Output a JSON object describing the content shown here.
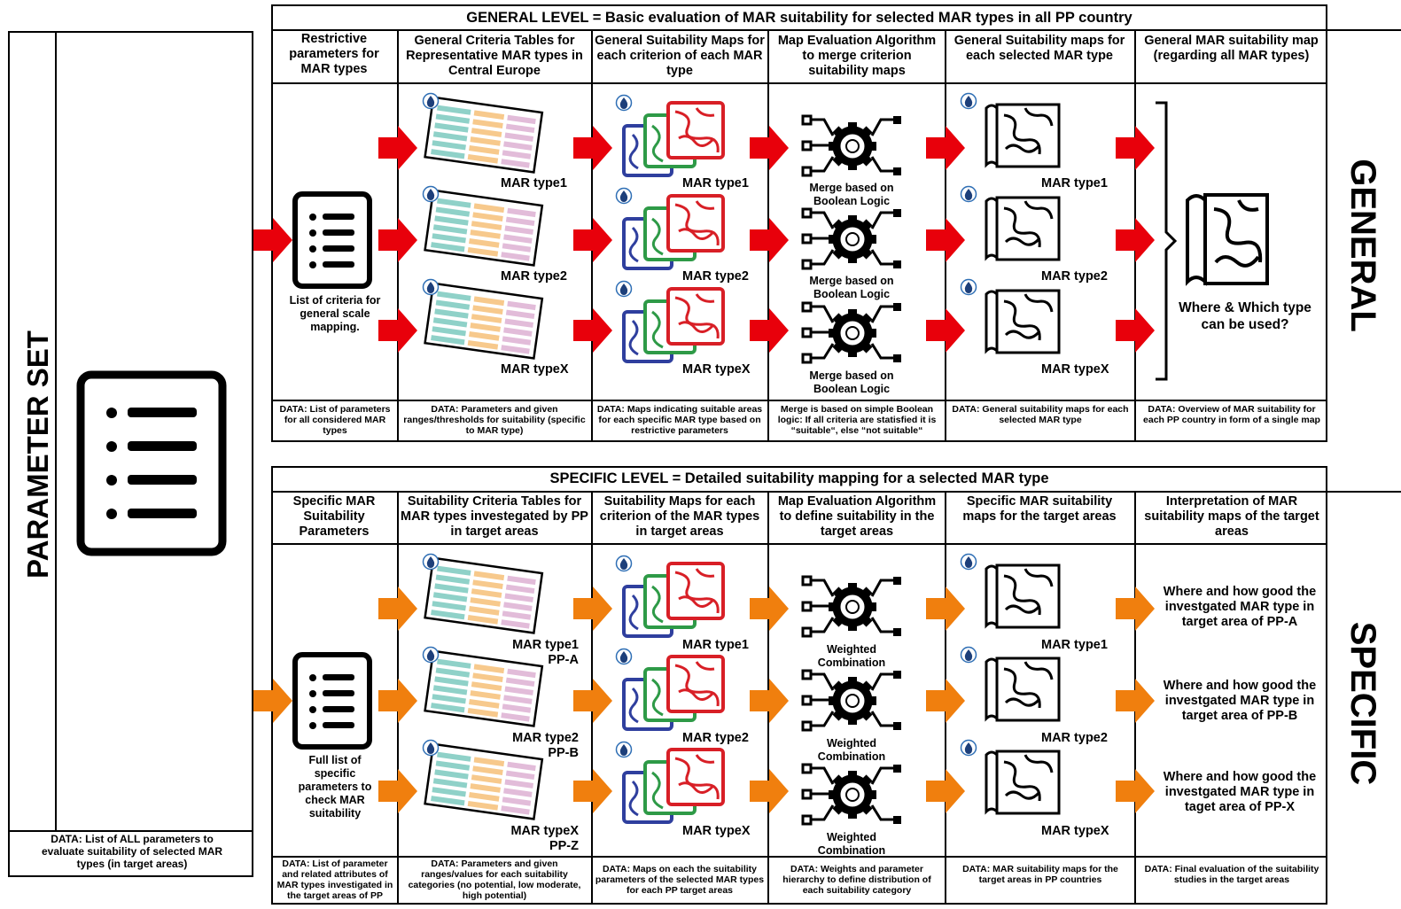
{
  "parameter_set": {
    "title": "PARAMETER SET",
    "data": "DATA: List of ALL parameters to evaluate suitability of selected MAR types (in target areas)"
  },
  "general": {
    "section_label": "GENERAL",
    "title": "GENERAL LEVEL = Basic evaluation of MAR suitability for selected MAR types in all PP country",
    "columns": [
      {
        "header": "Restrictive parameters for MAR types",
        "data": "DATA: List of parameters for all considered MAR types"
      },
      {
        "header": "General Criteria Tables for Representative MAR types in Central Europe",
        "data": "DATA: Parameters and given ranges/thresholds for suitability (specific to MAR type)"
      },
      {
        "header": "General Suitability Maps for each criterion of each MAR type",
        "data": "DATA: Maps indicating suitable areas for each specific MAR type based on  restrictive parameters"
      },
      {
        "header": "Map Evaluation Algorithm to merge criterion suitability maps",
        "data": "Merge is based on simple Boolean logic: If all criteria are statisfied it is “suitable“, else “not suitable“"
      },
      {
        "header": "General Suitability maps for each selected MAR type",
        "data": "DATA: General suitability maps for each selected MAR type"
      },
      {
        "header": "General MAR suitability map (regarding all MAR types)",
        "data": "DATA: Overview of MAR suitability for each PP country in form of a single map"
      }
    ],
    "criteria_caption": "List of criteria for general scale mapping.",
    "type_labels": [
      "MAR type1",
      "MAR type2",
      "MAR typeX"
    ],
    "merge_labels": [
      "Merge based on Boolean Logic",
      "Merge based on Boolean Logic",
      "Merge based on Boolean Logic"
    ],
    "result": "Where & Which type can be used?"
  },
  "specific": {
    "section_label": "SPECIFIC",
    "title": "SPECIFIC LEVEL = Detailed suitability mapping for a selected MAR type",
    "columns": [
      {
        "header": "Specific MAR Suitability Parameters",
        "data": "DATA: List of parameter and related attributes of MAR types investigated in the target areas of PP"
      },
      {
        "header": "Suitability Criteria Tables for MAR types investegated by PP in target areas",
        "data": "DATA: Parameters and given ranges/values for each suitability categories (no potential, low moderate, high potential)"
      },
      {
        "header": "Suitability Maps for each criterion of the MAR types in target areas",
        "data": "DATA: Maps on each the suitability parameters of the selected MAR types for each PP target areas"
      },
      {
        "header": "Map Evaluation Algorithm to define suitability in the target areas",
        "data": "DATA: Weights and parameter hierarchy to define distribution of each suitability category"
      },
      {
        "header": "Specific MAR suitability maps for the target areas",
        "data": "DATA: MAR suitability maps for the target areas in PP countries"
      },
      {
        "header": "Interpretation of MAR suitability maps of the target areas",
        "data": "DATA: Final evaluation of the suitability studies in the target areas"
      }
    ],
    "criteria_caption": "Full list of specific parameters to check MAR suitability",
    "table_labels": [
      {
        "type": "MAR type1",
        "pp": "PP-A"
      },
      {
        "type": "MAR type2",
        "pp": "PP-B"
      },
      {
        "type": "MAR typeX",
        "pp": "PP-Z"
      }
    ],
    "type_labels": [
      "MAR type1",
      "MAR type2",
      "MAR typeX"
    ],
    "merge_labels": [
      "Weighted Combination",
      "Weighted Combination",
      "Weighted Combination"
    ],
    "results": [
      "Where and how good the investgated MAR type in target area of PP-A",
      "Where and how good the investgated MAR type in target area of PP-B",
      "Where and how good the investgated MAR type in taget area of PP-X"
    ]
  },
  "colors": {
    "general_arrow": "#e8000b",
    "specific_arrow": "#f07f0e",
    "table_teal": "#8fd1c8",
    "table_orange": "#f7c98c",
    "table_pink": "#e2bcd9",
    "map_red": "#d81f26",
    "map_green": "#2e9a47",
    "map_blue": "#2f3f9e"
  }
}
